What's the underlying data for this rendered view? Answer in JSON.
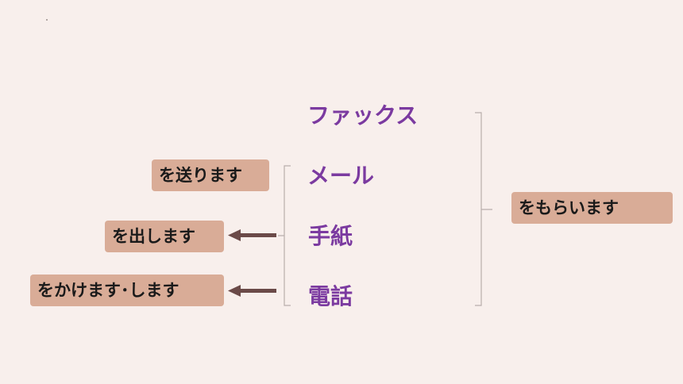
{
  "nouns": {
    "fax": "ファックス",
    "mail": "メール",
    "letter": "手紙",
    "phone": "電話"
  },
  "verbs": {
    "send": "を送ります",
    "post": "を出します",
    "call": "をかけます･します",
    "receive": "をもらいます"
  },
  "colors": {
    "background": "#f8efec",
    "noun_text": "#7b3aa0",
    "chip_fill": "#d9ac97",
    "arrow": "#6b4a48",
    "bracket": "#b9aeab"
  }
}
